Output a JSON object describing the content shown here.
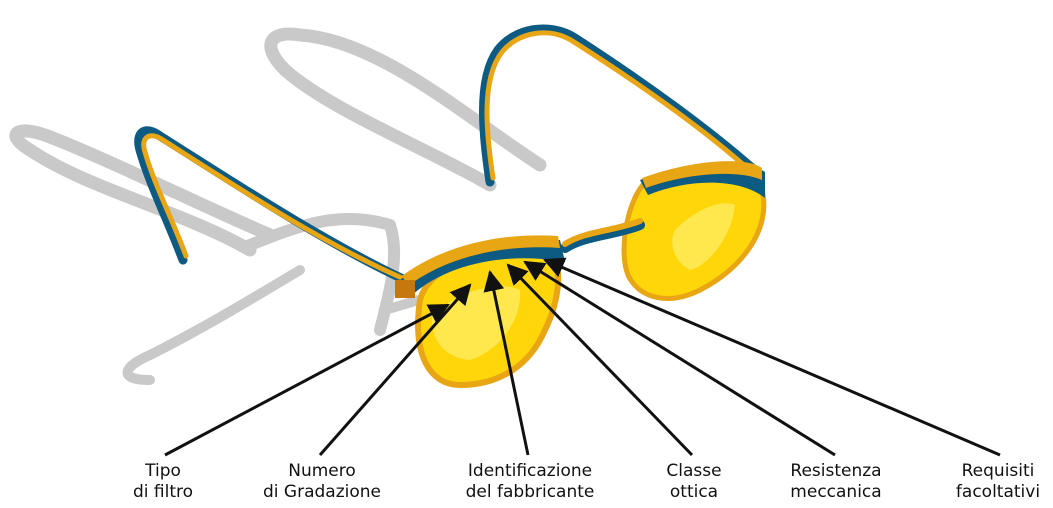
{
  "colors": {
    "frame_gold": "#e8a514",
    "frame_highlight": "#ffd34a",
    "frame_inner": "#0d5a82",
    "lens_yellow": "#ffd60a",
    "lens_edge": "#e8a514",
    "lens_light": "#ffe84d",
    "shadow": "#c9c9c9",
    "arrow": "#111111"
  },
  "labels": [
    {
      "id": "tipo-di-filtro",
      "line1": "Tipo",
      "line2": "di filtro"
    },
    {
      "id": "numero-di-gradazione",
      "line1": "Numero",
      "line2": "di Gradazione"
    },
    {
      "id": "identificazione-fabbricante",
      "line1": "Identificazione",
      "line2": "del fabbricante"
    },
    {
      "id": "classe-ottica",
      "line1": "Classe",
      "line2": "ottica"
    },
    {
      "id": "resistenza-meccanica",
      "line1": "Resistenza",
      "line2": "meccanica"
    },
    {
      "id": "requisiti-facoltativi",
      "line1": "Requisiti",
      "line2": "facoltativi"
    }
  ]
}
